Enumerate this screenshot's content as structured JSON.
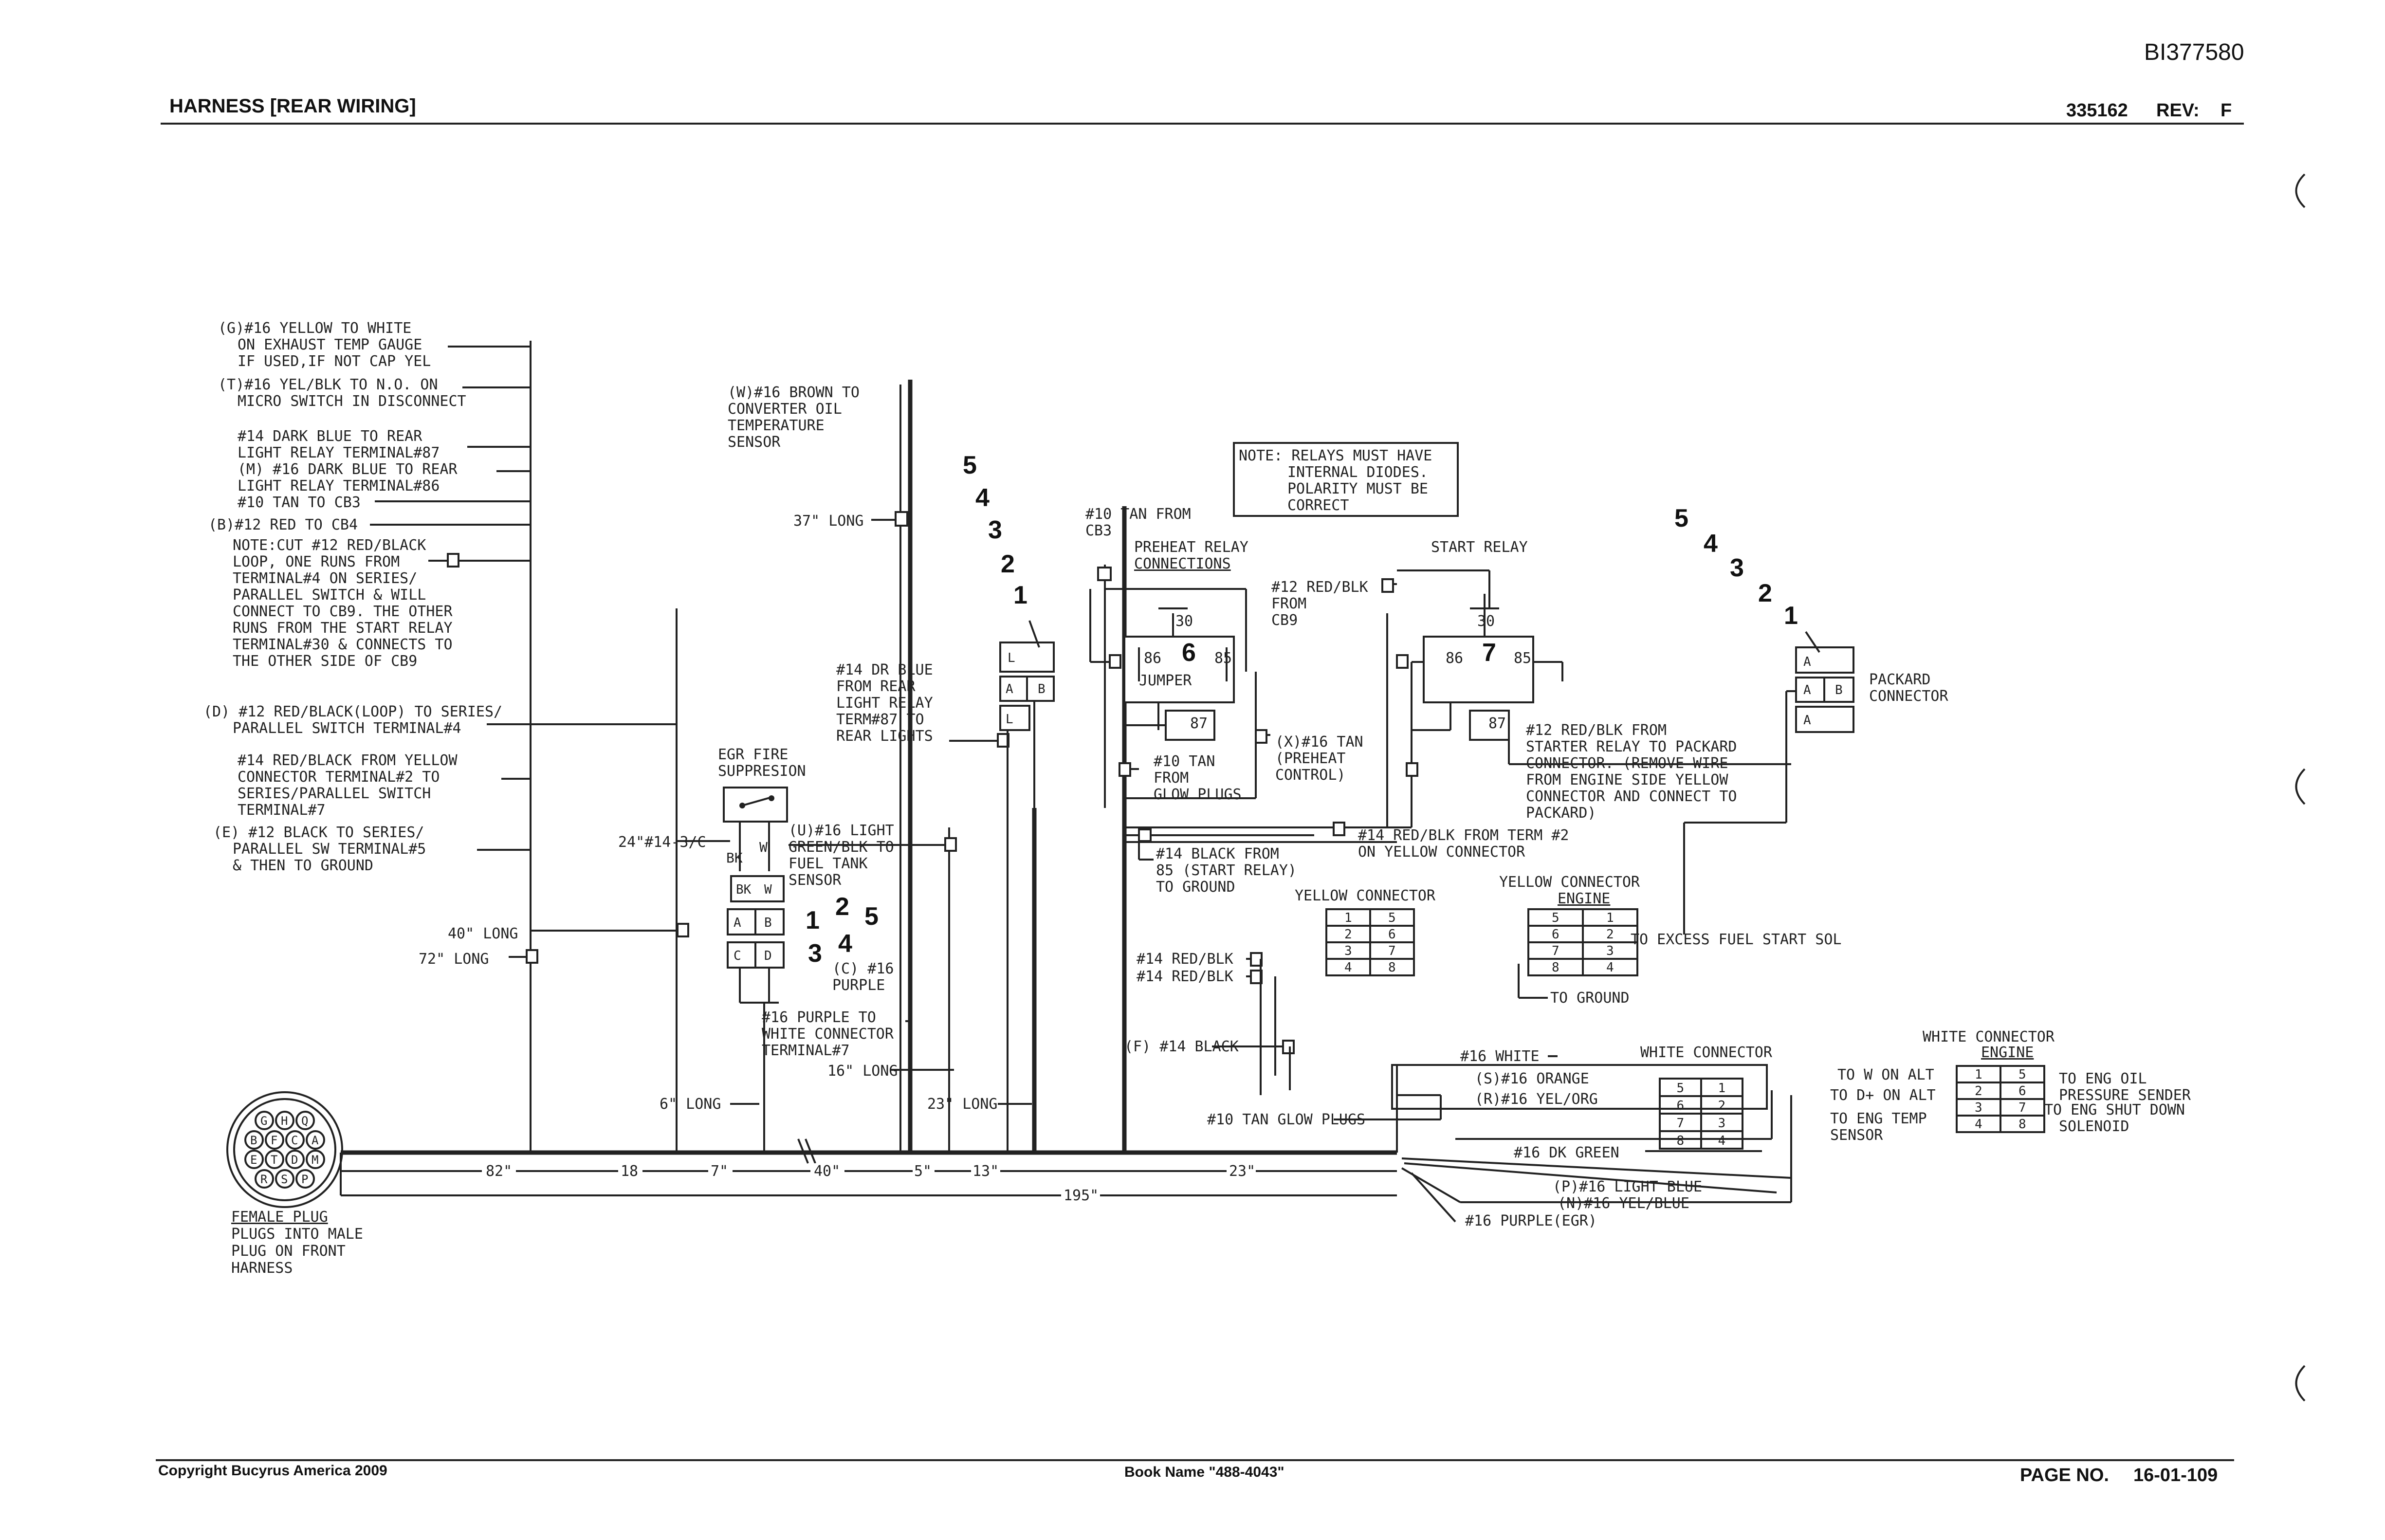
{
  "header": {
    "doc_id": "BI377580",
    "title": "HARNESS [REAR WIRING]",
    "part_no": "335162",
    "rev_label": "REV:",
    "rev": "F"
  },
  "footer": {
    "copyright": "Copyright Bucyrus America 2009",
    "book_name": "Book Name \"488-4043\"",
    "page_label": "PAGE NO.",
    "page_no": "16-01-109"
  },
  "left_notes": {
    "g_yellow": [
      "(G)#16 YELLOW TO WHITE",
      "ON EXHAUST TEMP GAUGE",
      "IF USED,IF NOT CAP YEL"
    ],
    "t_yelblk": [
      "(T)#16 YEL/BLK TO N.O. ON",
      "MICRO SWITCH IN DISCONNECT"
    ],
    "dark_blue": [
      "#14 DARK BLUE TO REAR",
      "LIGHT RELAY TERMINAL#87",
      "(M) #16 DARK BLUE TO REAR",
      "LIGHT RELAY TERMINAL#86",
      "#10 TAN TO CB3"
    ],
    "b_red": "(B)#12 RED TO CB4",
    "note_cut": [
      "NOTE:CUT #12 RED/BLACK",
      "LOOP, ONE RUNS FROM",
      "TERMINAL#4 ON SERIES/",
      "PARALLEL SWITCH & WILL",
      "CONNECT TO CB9. THE OTHER",
      "RUNS FROM THE START RELAY",
      "TERMINAL#30 & CONNECTS TO",
      "THE OTHER SIDE OF CB9"
    ],
    "d_red": [
      "(D) #12 RED/BLACK(LOOP) TO SERIES/",
      "PARALLEL SWITCH TERMINAL#4"
    ],
    "redblack_yellow": [
      "#14 RED/BLACK FROM YELLOW",
      "CONNECTOR TERMINAL#2 TO",
      "SERIES/PARALLEL SWITCH",
      "TERMINAL#7"
    ],
    "e_black": [
      "(E) #12 BLACK TO SERIES/",
      "PARALLEL SW TERMINAL#5",
      "& THEN TO GROUND"
    ],
    "long40": "40\" LONG",
    "long72": "72\" LONG",
    "wire24": "24\"#14-3/C"
  },
  "plug": {
    "pins": [
      "G",
      "H",
      "Q",
      "B",
      "F",
      "C",
      "A",
      "E",
      "T",
      "D",
      "M",
      "R",
      "S",
      "P"
    ],
    "caption": [
      "FEMALE PLUG",
      "PLUGS INTO MALE",
      "PLUG ON FRONT",
      "HARNESS"
    ]
  },
  "dims": {
    "d1": "82\"",
    "d2": "18",
    "d3": "7\"",
    "d4": "40\"",
    "d5": "5\"",
    "d6": "13\"",
    "d7": "23\"",
    "total": "195\"",
    "long6": "6\" LONG",
    "long23": "23\" LONG",
    "long16": "16\" LONG",
    "long37": "37\" LONG"
  },
  "middle": {
    "w_brown": [
      "(W)#16 BROWN TO",
      "CONVERTER OIL",
      "TEMPERATURE",
      "SENSOR"
    ],
    "egr": [
      "EGR FIRE",
      "SUPPRESION"
    ],
    "bk": "BK",
    "w": "W",
    "u_green": [
      "(U)#16 LIGHT",
      "GREEN/BLK TO",
      "FUEL TANK",
      "SENSOR"
    ],
    "c_purple": [
      "(C) #16",
      "PURPLE"
    ],
    "purple_white": [
      "#16 PURPLE TO",
      "WHITE CONNECTOR",
      "TERMINAL#7"
    ],
    "dr_blue": [
      "#14 DR BLUE",
      "FROM REAR",
      "LIGHT RELAY",
      "TERM#87 TO",
      "REAR LIGHTS"
    ],
    "conn_labels": [
      "A",
      "B",
      "C",
      "D",
      "L",
      "A",
      "B",
      "L"
    ]
  },
  "relays": {
    "note": [
      "NOTE: RELAYS MUST HAVE",
      "INTERNAL DIODES.",
      "POLARITY MUST BE",
      "CORRECT"
    ],
    "tan_cb3": [
      "#10 TAN FROM",
      "CB3"
    ],
    "preheat_title": [
      "PREHEAT RELAY",
      "CONNECTIONS"
    ],
    "start_title": "START RELAY",
    "redblk_cb9": [
      "#12 RED/BLK",
      "FROM",
      "CB9"
    ],
    "t30": "30",
    "t86": "86",
    "t85": "85",
    "t87": "87",
    "jumper": "JUMPER",
    "tan_glow": [
      "#10 TAN",
      "FROM",
      "GLOW PLUGS"
    ],
    "x_tan": [
      "(X)#16 TAN",
      "(PREHEAT",
      "CONTROL)"
    ],
    "black_85": [
      "#14 BLACK FROM",
      "85 (START RELAY)",
      "TO GROUND"
    ],
    "redblk_term2": [
      "#14 RED/BLK FROM TERM #2",
      "ON YELLOW CONNECTOR"
    ],
    "redblk_packard": [
      "#12 RED/BLK FROM",
      "STARTER RELAY TO PACKARD",
      "CONNECTOR. (REMOVE WIRE",
      "FROM ENGINE SIDE YELLOW",
      "CONNECTOR AND CONNECT TO",
      "PACKARD)"
    ]
  },
  "right": {
    "packard": [
      "PACKARD",
      "CONNECTOR"
    ],
    "pk_pins": [
      "A",
      "A",
      "B",
      "A"
    ],
    "yellow_conn": "YELLOW CONNECTOR",
    "yellow_engine": [
      "YELLOW CONNECTOR",
      "ENGINE"
    ],
    "excess_fuel": "TO EXCESS FUEL START SOL",
    "to_ground": "TO GROUND",
    "redblk_a": "#14 RED/BLK",
    "redblk_b": "#14 RED/BLK",
    "f_black": "(F) #14 BLACK",
    "white_conn": "WHITE CONNECTOR",
    "white_engine": [
      "WHITE CONNECTOR",
      "ENGINE"
    ],
    "wires": [
      "#16 WHITE",
      "(S)#16 ORANGE",
      "(R)#16 YEL/ORG",
      "#10 TAN GLOW PLUGS",
      "#16 DK GREEN",
      "(P)#16 LIGHT BLUE",
      "(N)#16 YEL/BLUE",
      "#16 PURPLE(EGR)"
    ],
    "eng_left": [
      "TO W ON ALT",
      "TO D+ ON ALT",
      "TO ENG TEMP",
      "SENSOR"
    ],
    "eng_right": [
      "TO ENG OIL",
      "PRESSURE SENDER",
      "TO ENG SHUT DOWN",
      "SOLENOID"
    ],
    "pins_1to8": [
      "1",
      "2",
      "3",
      "4",
      "5",
      "6",
      "7",
      "8"
    ]
  },
  "callouts": {
    "group_a": [
      "5",
      "4",
      "3",
      "2",
      "1"
    ],
    "group_b": [
      "5",
      "4",
      "3",
      "2",
      "1"
    ],
    "n6": "6",
    "n7": "7",
    "group_c": [
      "1",
      "2",
      "5",
      "3",
      "4"
    ]
  }
}
